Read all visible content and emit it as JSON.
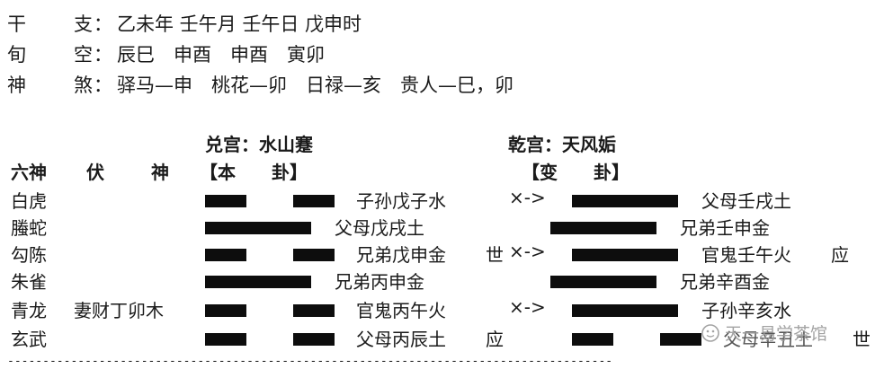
{
  "header": [
    {
      "label": "干",
      "key": "支",
      "value": "乙未年 壬午月 壬午日 戊申时"
    },
    {
      "label": "旬",
      "key": "空",
      "value": "辰巳　申酉　申酉　寅卯"
    },
    {
      "label": "神",
      "key": "煞",
      "value": "驿马—申　桃花—卯　日禄—亥　贵人—巳，卯"
    }
  ],
  "colon": "：",
  "gua": {
    "ben_title": "兑宫：水山蹇",
    "bian_title": "乾宫：天风姤",
    "col_liushen": "六神",
    "col_fu": "伏",
    "col_shen": "神",
    "col_ben": "【本　　卦】",
    "col_bian": "【变　　卦】"
  },
  "rows": [
    {
      "liushen": "白虎",
      "fushen": "",
      "ben_yao": "yin",
      "ben_text": "子孙戊子水",
      "ben_mark": "",
      "change": "×->",
      "bian_yao": "yang",
      "bian_text": "父母壬戌土",
      "bian_mark": ""
    },
    {
      "liushen": "螣蛇",
      "fushen": "",
      "ben_yao": "yang",
      "ben_text": "父母戊戌土",
      "ben_mark": "",
      "change": "",
      "bian_yao": "yang",
      "bian_text": "兄弟壬申金",
      "bian_mark": ""
    },
    {
      "liushen": "勾陈",
      "fushen": "",
      "ben_yao": "yin",
      "ben_text": "兄弟戊申金",
      "ben_mark": "世",
      "change": "×->",
      "bian_yao": "yang",
      "bian_text": "官鬼壬午火",
      "bian_mark": "应"
    },
    {
      "liushen": "朱雀",
      "fushen": "",
      "ben_yao": "yang",
      "ben_text": "兄弟丙申金",
      "ben_mark": "",
      "change": "",
      "bian_yao": "yang",
      "bian_text": "兄弟辛酉金",
      "bian_mark": ""
    },
    {
      "liushen": "青龙",
      "fushen": "妻财丁卯木",
      "ben_yao": "yin",
      "ben_text": "官鬼丙午火",
      "ben_mark": "",
      "change": "×->",
      "bian_yao": "yang",
      "bian_text": "子孙辛亥水",
      "bian_mark": ""
    },
    {
      "liushen": "玄武",
      "fushen": "",
      "ben_yao": "yin",
      "ben_text": "父母丙辰土",
      "ben_mark": "应",
      "change": "",
      "bian_yao": "yin",
      "bian_text": "父母辛丑土",
      "bian_mark": "世"
    }
  ],
  "divider": "--------------------------------------------------------------------------------------",
  "watermark": "天一易学茶馆"
}
